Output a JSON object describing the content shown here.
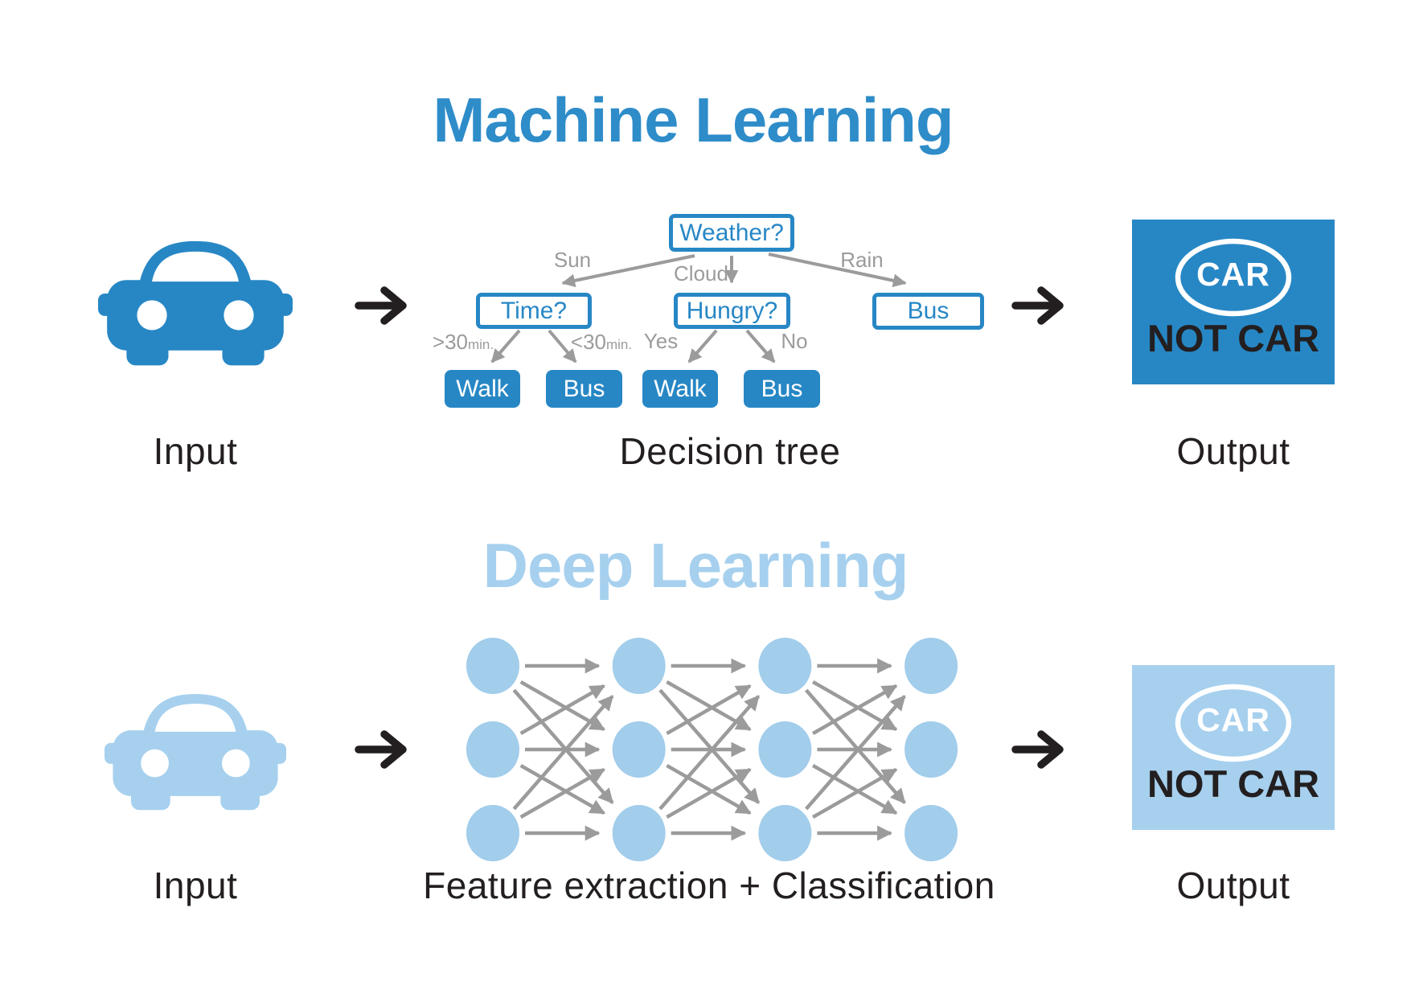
{
  "ml": {
    "title": "Machine Learning",
    "input_label": "Input",
    "caption": "Decision tree",
    "output_label": "Output",
    "tree": {
      "root": {
        "label": "Weather?"
      },
      "branches": [
        {
          "edge": "Sun",
          "label": "Time?",
          "children": [
            {
              "edge": ">30",
              "edge_small": "min.",
              "label": "Walk"
            },
            {
              "edge": "<30",
              "edge_small": "min.",
              "label": "Bus"
            }
          ]
        },
        {
          "edge": "Cloud",
          "label": "Hungry?",
          "children": [
            {
              "edge": "Yes",
              "edge_small": "",
              "label": "Walk"
            },
            {
              "edge": "No",
              "edge_small": "",
              "label": "Bus"
            }
          ]
        },
        {
          "edge": "Rain",
          "label": "Bus",
          "children": []
        }
      ]
    },
    "output_box": {
      "ellipse_text": "CAR",
      "below_text": "NOT CAR"
    }
  },
  "dl": {
    "title": "Deep Learning",
    "input_label": "Input",
    "caption": "Feature extraction + Classification",
    "output_label": "Output",
    "network": {
      "layers": 4,
      "nodes_per_layer": 3
    },
    "output_box": {
      "ellipse_text": "CAR",
      "below_text": "NOT CAR"
    }
  },
  "colors": {
    "brand_blue": "#2787c5",
    "title_blue": "#2e8cc9",
    "light_blue": "#a6d0ee",
    "light_blue_node": "#a2cdeb",
    "connector_gray": "#9b9b9b",
    "text_dark": "#231f20"
  }
}
